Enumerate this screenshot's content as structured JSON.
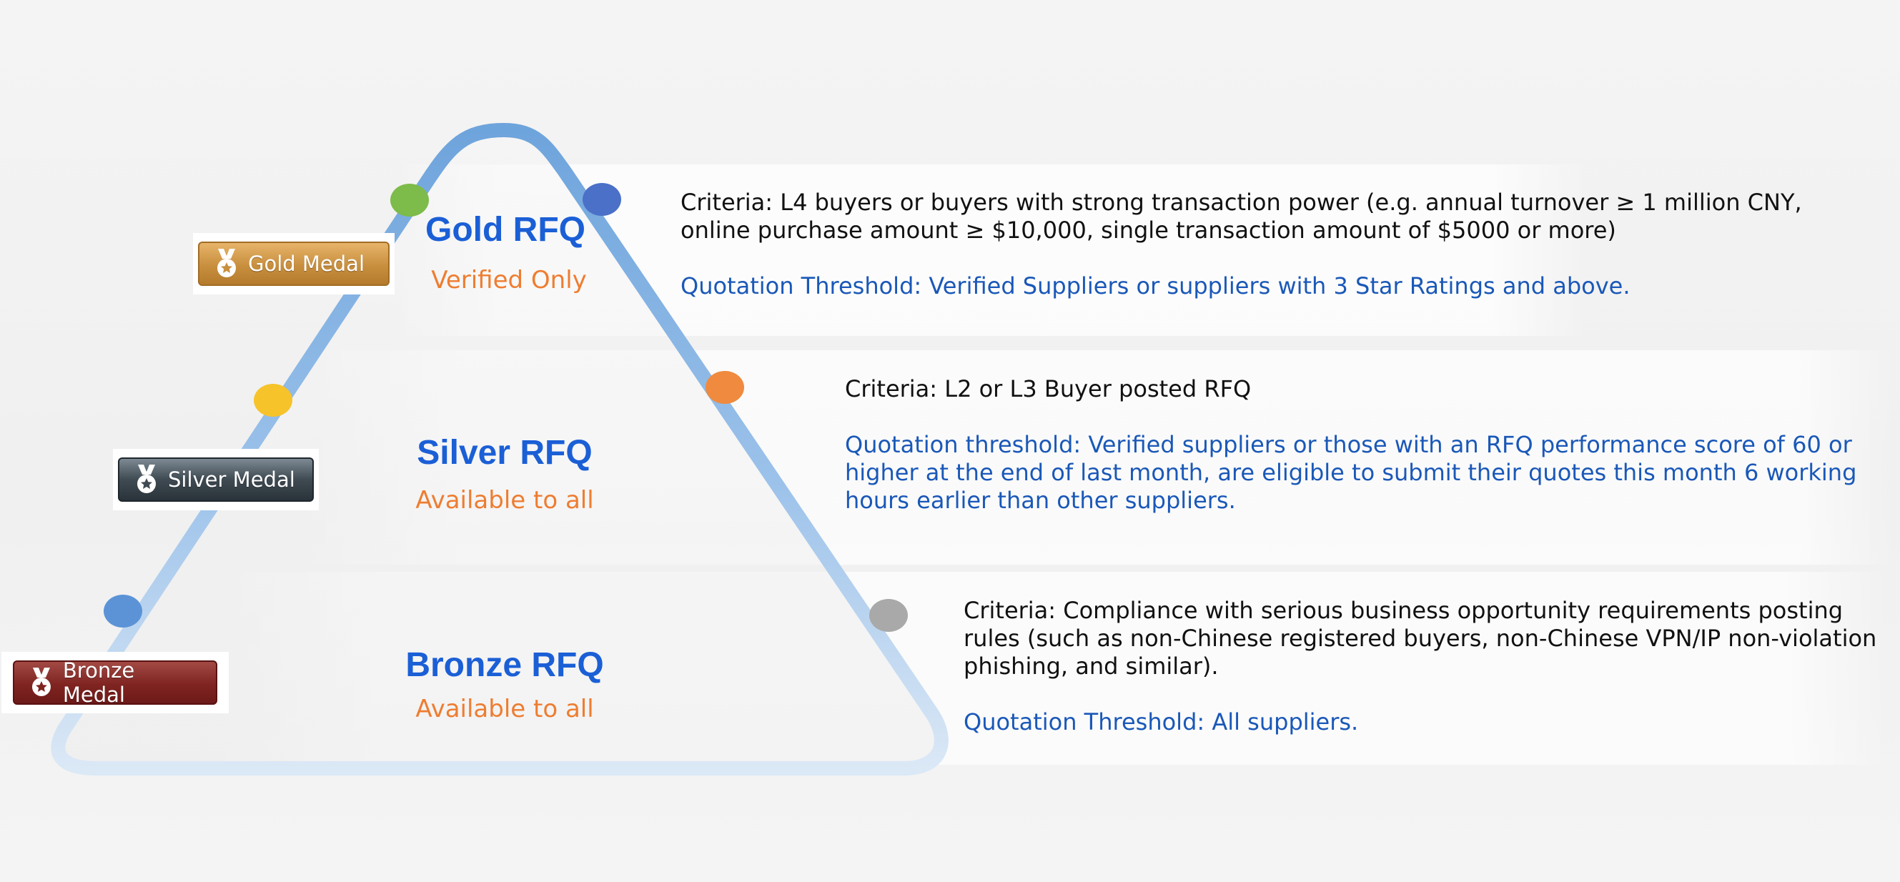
{
  "tiers": [
    {
      "id": "gold",
      "title": "Gold RFQ",
      "subtitle": "Verified Only",
      "badge": "Gold Medal",
      "criteria": "Criteria: L4 buyers or buyers with strong transaction power (e.g. annual turnover ≥ 1 million CNY, online purchase amount ≥ $10,000, single transaction amount of $5000 or more)",
      "threshold": "Quotation Threshold: Verified Suppliers or suppliers with 3 Star Ratings and above."
    },
    {
      "id": "silver",
      "title": "Silver RFQ",
      "subtitle": "Available to all",
      "badge": "Silver Medal",
      "criteria": "Criteria: L2 or L3 Buyer posted RFQ",
      "threshold": "Quotation threshold: Verified suppliers or those with an RFQ performance score of 60 or higher at the end of last month, are eligible to submit their quotes this month 6 working hours earlier than other suppliers."
    },
    {
      "id": "bronze",
      "title": "Bronze RFQ",
      "subtitle": "Available to all",
      "badge": "Bronze Medal",
      "criteria": "Criteria: Compliance with serious business opportunity requirements posting rules (such as non-Chinese registered buyers, non-Chinese VPN/IP non-violation phishing, and similar).",
      "threshold": "Quotation Threshold: All suppliers."
    }
  ],
  "colors": {
    "title": "#1b5fd6",
    "subtitle": "#ee7d31",
    "criteria": "#111111",
    "threshold": "#1a58b8",
    "outline": "#6ea4dc",
    "dot_green": "#7dbb4a",
    "dot_blue_dark": "#4a70c8",
    "dot_yellow": "#f6c32a",
    "dot_orange": "#ef8a3e",
    "dot_blue_light": "#5b93d6",
    "dot_gray": "#a9a9a9"
  },
  "icons": [
    "medal-icon"
  ]
}
